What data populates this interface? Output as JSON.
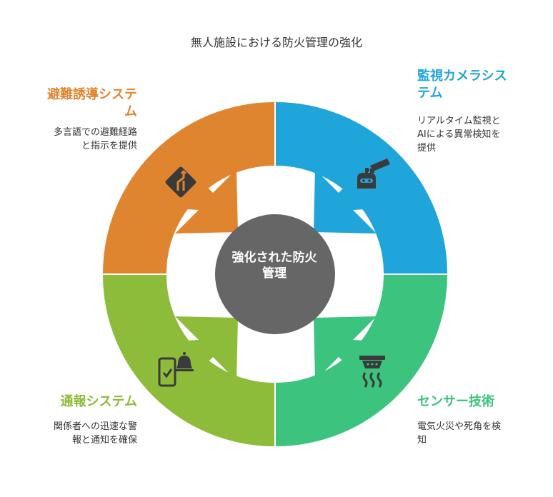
{
  "title": "無人施設における防火管理の強化",
  "center": {
    "label": "強化された防火\n管理"
  },
  "quadrants": {
    "top_left": {
      "heading": "避難誘導システ\nム",
      "description": "多言語での避難経路\nと指示を提供",
      "color": "#e0852f",
      "icon": "route-sign-icon"
    },
    "top_right": {
      "heading": "監視カメラシス\nテム",
      "description": "リアルタイム監視と\nAIによる異常検知を\n提供",
      "color": "#1fa5d9",
      "icon": "security-camera-icon"
    },
    "bottom_left": {
      "heading": "通報システム",
      "description": "関係者への迅速な警\n報と通知を確保",
      "color": "#8dbb3a",
      "icon": "phone-alarm-icon"
    },
    "bottom_right": {
      "heading": "センサー技術",
      "description": "電気火災や死角を検\n知",
      "color": "#3cc47e",
      "icon": "smoke-detector-icon"
    }
  },
  "center_color": "#666666"
}
